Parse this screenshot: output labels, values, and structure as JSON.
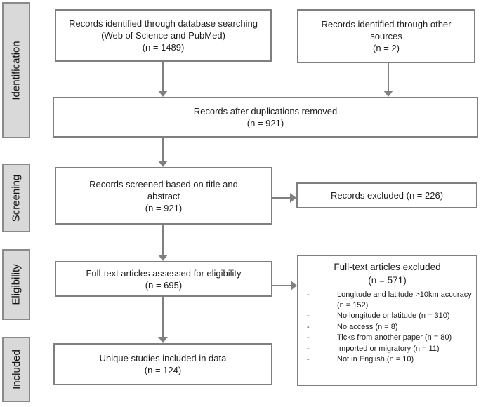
{
  "sidebar": {
    "stages": [
      {
        "label": "Identification"
      },
      {
        "label": "Screening"
      },
      {
        "label": "Eligibility"
      },
      {
        "label": "Included"
      }
    ]
  },
  "boxes": {
    "identified_database": {
      "text": "Records identified through database searching (Web of Science and PubMed)",
      "count": "(n = 1489)"
    },
    "identified_other": {
      "text": "Records identified through other sources",
      "count": "(n = 2)"
    },
    "after_duplications": {
      "text": "Records after duplications removed",
      "count": "(n = 921)"
    },
    "screened": {
      "text": "Records screened based on title and abstract",
      "count": "(n = 921)"
    },
    "records_excluded": {
      "text": "Records excluded (n = 226)"
    },
    "fulltext_assessed": {
      "text": "Full-text articles assessed for eligibility",
      "count": "(n = 695)"
    },
    "fulltext_excluded": {
      "title": "Full-text articles excluded",
      "count": "(n = 571)",
      "bullet": "-",
      "items": [
        "Longitude and latitude >10km accuracy (n = 152)",
        "No longitude or latitude (n = 310)",
        "No access (n = 8)",
        "Ticks from another paper (n = 80)",
        "Imported or migratory (n = 11)",
        "Not in English (n = 10)"
      ]
    },
    "included_studies": {
      "text": "Unique studies included in data",
      "count": "(n = 124)"
    }
  }
}
